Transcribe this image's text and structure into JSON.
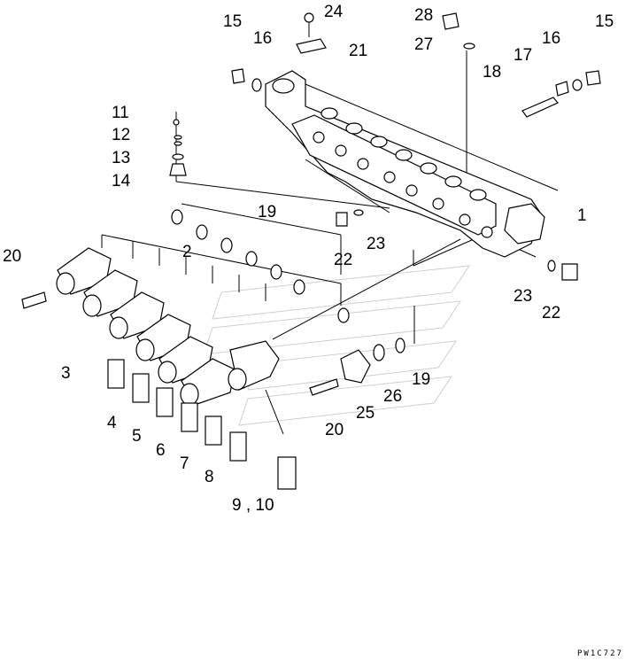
{
  "diagram": {
    "labels": [
      {
        "id": "l15a",
        "text": "15"
      },
      {
        "id": "l16a",
        "text": "16"
      },
      {
        "id": "l24",
        "text": "24"
      },
      {
        "id": "l21",
        "text": "21"
      },
      {
        "id": "l28",
        "text": "28"
      },
      {
        "id": "l27",
        "text": "27"
      },
      {
        "id": "l15b",
        "text": "15"
      },
      {
        "id": "l16b",
        "text": "16"
      },
      {
        "id": "l17",
        "text": "17"
      },
      {
        "id": "l18",
        "text": "18"
      },
      {
        "id": "l11",
        "text": "11"
      },
      {
        "id": "l12",
        "text": "12"
      },
      {
        "id": "l13",
        "text": "13"
      },
      {
        "id": "l14",
        "text": "14"
      },
      {
        "id": "l19a",
        "text": "19"
      },
      {
        "id": "l1",
        "text": "1"
      },
      {
        "id": "l20a",
        "text": "20"
      },
      {
        "id": "l2",
        "text": "2"
      },
      {
        "id": "l22a",
        "text": "22"
      },
      {
        "id": "l23a",
        "text": "23"
      },
      {
        "id": "l23b",
        "text": "23"
      },
      {
        "id": "l22b",
        "text": "22"
      },
      {
        "id": "l3",
        "text": "3"
      },
      {
        "id": "l19b",
        "text": "19"
      },
      {
        "id": "l26",
        "text": "26"
      },
      {
        "id": "l4",
        "text": "4"
      },
      {
        "id": "l25",
        "text": "25"
      },
      {
        "id": "l5",
        "text": "5"
      },
      {
        "id": "l20b",
        "text": "20"
      },
      {
        "id": "l6",
        "text": "6"
      },
      {
        "id": "l7",
        "text": "7"
      },
      {
        "id": "l8",
        "text": "8"
      },
      {
        "id": "l910",
        "text": "9 , 10"
      }
    ],
    "drawing_code": "PW1C727"
  }
}
